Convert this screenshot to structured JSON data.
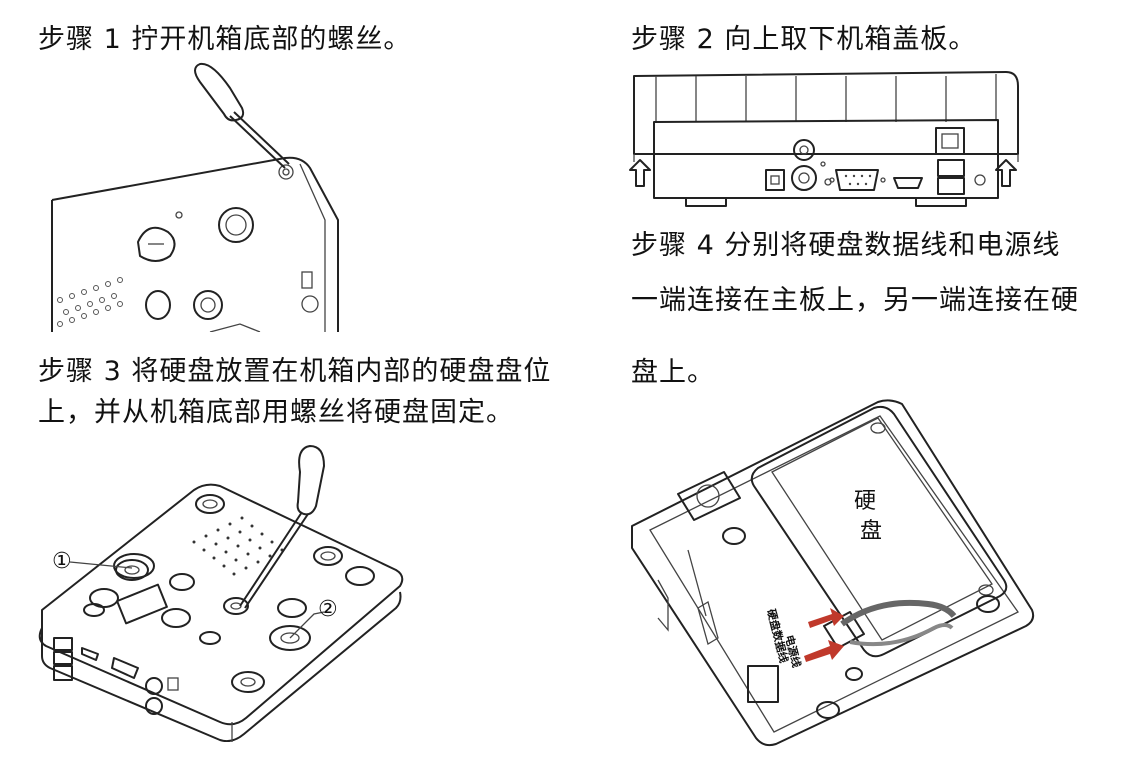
{
  "steps": [
    {
      "text": "步骤 1  拧开机箱底部的螺丝。"
    },
    {
      "text": "步骤 2  向上取下机箱盖板。"
    },
    {
      "text_line1": "步骤 3  将硬盘放置在机箱内部的硬盘盘位",
      "text_line2": "上，并从机箱底部用螺丝将硬盘固定。"
    },
    {
      "text_line1": "步骤 4  分别将硬盘数据线和电源线",
      "text_line2": "一端连接在主板上，另一端连接在硬",
      "text_line3": "盘上。"
    }
  ],
  "figure3": {
    "callout_1": "①",
    "callout_2": "②"
  },
  "figure4": {
    "hdd_label_1": "硬",
    "hdd_label_2": "盘",
    "cable_label_data": "硬盘数据线",
    "cable_label_power": "电源线"
  }
}
